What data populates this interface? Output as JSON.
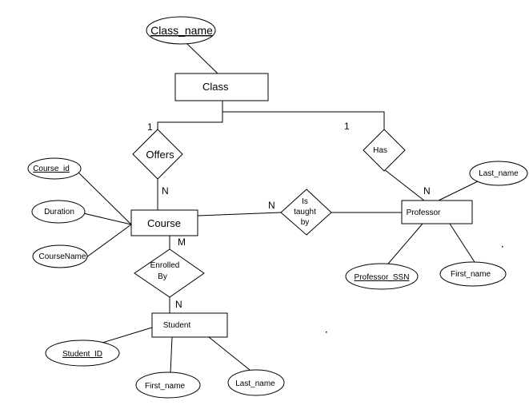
{
  "entities": {
    "class": "Class",
    "course": "Course",
    "professor": "Professor",
    "student": "Student"
  },
  "relationships": {
    "offers": "Offers",
    "has": "Has",
    "is_taught_by": [
      "Is",
      "taught",
      "by"
    ],
    "enrolled_by": [
      "Enrolled",
      "By"
    ]
  },
  "attributes": {
    "class_name": "Class_name",
    "course_id": "Course_id",
    "duration": "Duration",
    "course_name": "CourseName",
    "professor_last_name": "Last_name",
    "professor_ssn": "Professor_SSN",
    "professor_first_name": "First_name",
    "student_id": "Student_ID",
    "student_first_name": "First_name",
    "student_last_name": "Last_name"
  },
  "cardinalities": {
    "class_offers": "1",
    "class_has": "1",
    "offers_course": "N",
    "has_professor": "N",
    "course_taught": "N",
    "course_enrolled": "M",
    "enrolled_student": "N"
  }
}
